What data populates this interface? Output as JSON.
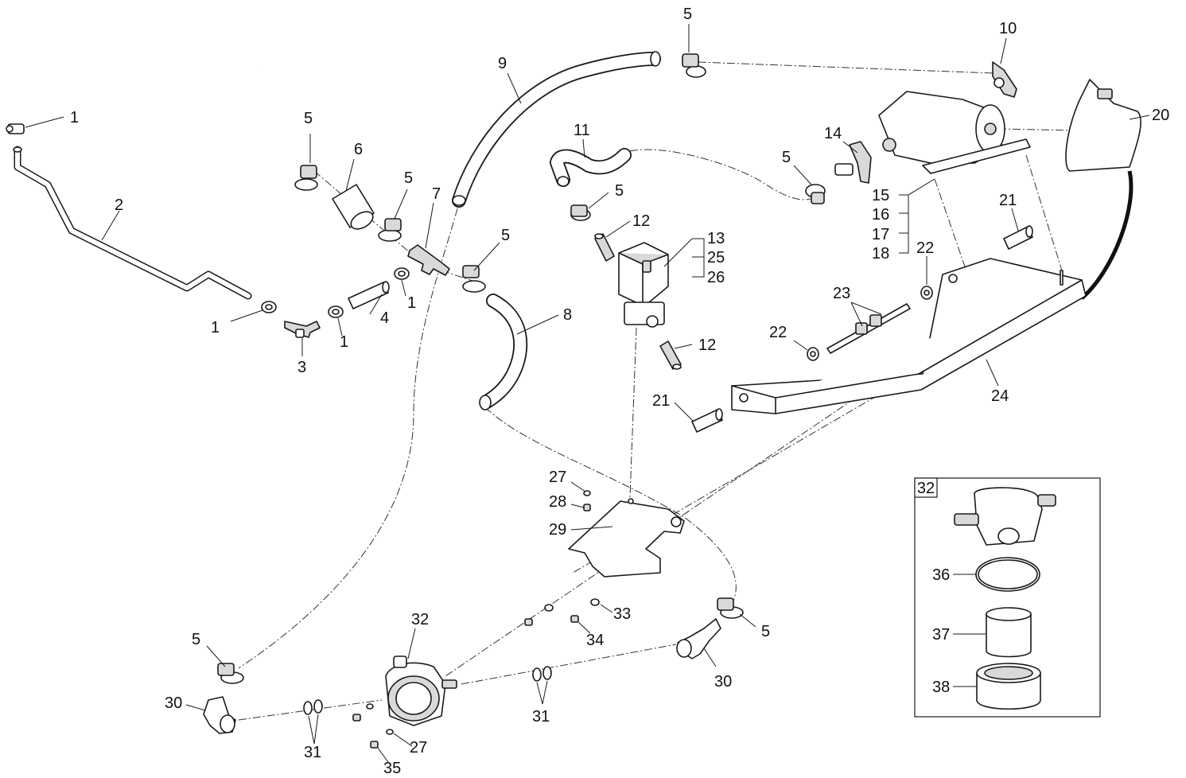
{
  "inset_title": "32",
  "labels": {
    "l1a": "1",
    "l1b": "1",
    "l1c": "1",
    "l1d": "1",
    "l2": "2",
    "l3": "3",
    "l4": "4",
    "l5a": "5",
    "l5b": "5",
    "l5c": "5",
    "l5d": "5",
    "l5e": "5",
    "l5f": "5",
    "l5g": "5",
    "l5h": "5",
    "l6": "6",
    "l7": "7",
    "l8": "8",
    "l9": "9",
    "l10": "10",
    "l11": "11",
    "l12a": "12",
    "l12b": "12",
    "l13": "13",
    "l14": "14",
    "l15": "15",
    "l16": "16",
    "l17": "17",
    "l18": "18",
    "l20": "20",
    "l21a": "21",
    "l21b": "21",
    "l22a": "22",
    "l22b": "22",
    "l23": "23",
    "l24": "24",
    "l25": "25",
    "l26": "26",
    "l27a": "27",
    "l27b": "27",
    "l28": "28",
    "l29": "29",
    "l30a": "30",
    "l30b": "30",
    "l31a": "31",
    "l31b": "31",
    "l32": "32",
    "l33": "33",
    "l34": "34",
    "l35": "35",
    "l36": "36",
    "l37": "37",
    "l38": "38"
  }
}
